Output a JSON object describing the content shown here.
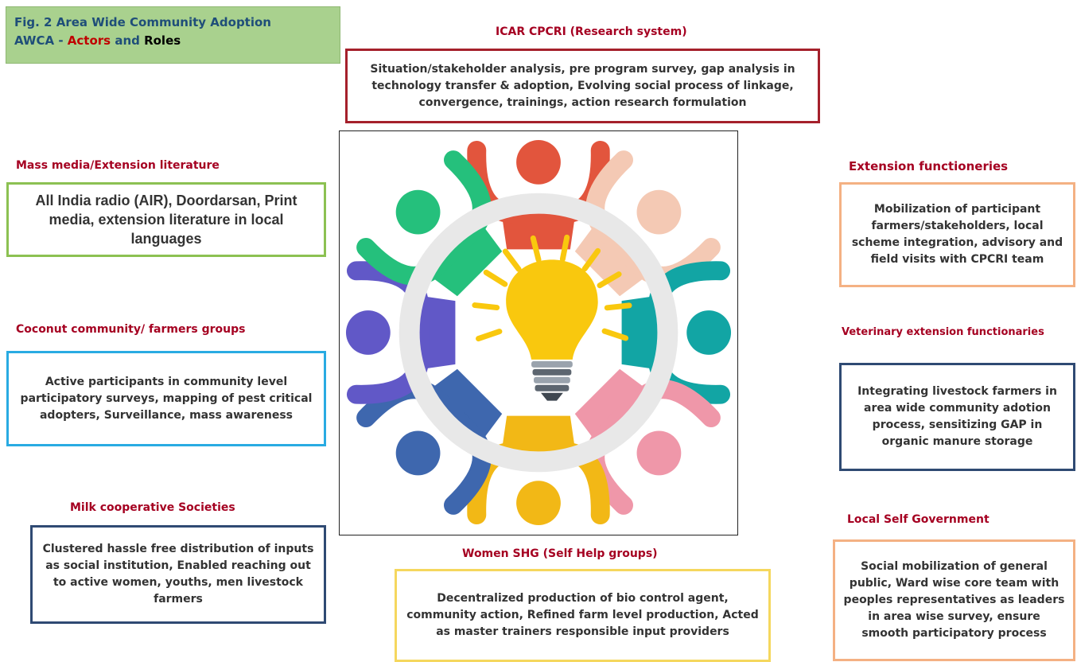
{
  "title": {
    "line1": "Fig. 2 Area Wide Community Adoption",
    "prefix": "AWCA - ",
    "actors": "Actors",
    "and": " and ",
    "roles": "Roles"
  },
  "actors": {
    "research": {
      "heading": "ICAR CPCRI (Research system)",
      "role": "Situation/stakeholder analysis, pre program survey, gap analysis in technology transfer & adoption, Evolving social process of linkage, convergence, trainings, action research formulation"
    },
    "mass_media": {
      "heading": "Mass media/Extension literature",
      "role": "All India radio (AIR), Doordarsan, Print media, extension literature in local languages"
    },
    "extension": {
      "heading": "Extension  functioneries",
      "role": "Mobilization of participant farmers/stakeholders, local scheme integration, advisory and field visits with CPCRI team"
    },
    "coconut": {
      "heading": "Coconut community/ farmers groups",
      "role": "Active participants in community level participatory surveys, mapping of pest critical adopters, Surveillance, mass awareness"
    },
    "veterinary": {
      "heading": "Veterinary extension functionaries",
      "role": "Integrating livestock farmers in area wide community adotion process, sensitizing GAP in organic manure storage"
    },
    "milk": {
      "heading": "Milk cooperative Societies",
      "role": "Clustered hassle free distribution of inputs as social institution, Enabled reaching out to active women, youths, men livestock farmers"
    },
    "women_shg": {
      "heading": "Women SHG (Self Help groups)",
      "role": "Decentralized production of bio control agent, community action, Refined farm level production, Acted as master trainers responsible input providers"
    },
    "local_gov": {
      "heading": "Local Self Government",
      "role": "Social mobilization of general public, Ward wise core team with peoples representatives as leaders in area wise survey, ensure smooth participatory process"
    }
  },
  "colors": {
    "heading": "#a50021",
    "research_border": "#a5202b",
    "mass_media_border": "#8cc152",
    "extension_border": "#f4b183",
    "coconut_border": "#29abe2",
    "veterinary_border": "#2f4a73",
    "milk_border": "#2f4a73",
    "women_border": "#f5d75e",
    "local_gov_border": "#f4b183"
  },
  "figures": [
    {
      "icon": "person-icon",
      "color": "#e2553d",
      "angle": 0
    },
    {
      "icon": "person-icon",
      "color": "#f4c9b4",
      "angle": 45
    },
    {
      "icon": "person-icon",
      "color": "#12a5a4",
      "angle": 90
    },
    {
      "icon": "person-icon",
      "color": "#ef97a9",
      "angle": 135
    },
    {
      "icon": "person-icon",
      "color": "#f2b816",
      "angle": 180
    },
    {
      "icon": "person-icon",
      "color": "#3e67ae",
      "angle": 225
    },
    {
      "icon": "person-icon",
      "color": "#6158c7",
      "angle": 270
    },
    {
      "icon": "person-icon",
      "color": "#25c07c",
      "angle": 315
    }
  ],
  "bulb": {
    "icon": "lightbulb-icon",
    "color": "#f9c80e",
    "rays": "#f9c80e"
  }
}
